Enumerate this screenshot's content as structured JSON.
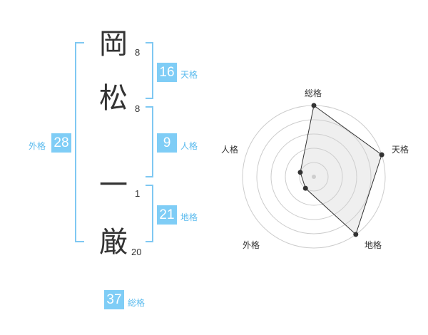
{
  "name_chars": [
    {
      "char": "岡",
      "strokes": "8"
    },
    {
      "char": "松",
      "strokes": "8"
    },
    {
      "char": "一",
      "strokes": "1"
    },
    {
      "char": "厳",
      "strokes": "20"
    }
  ],
  "scores": {
    "tenkaku": {
      "value": "16",
      "label": "天格"
    },
    "jinkaku": {
      "value": "9",
      "label": "人格"
    },
    "chikaku": {
      "value": "21",
      "label": "地格"
    },
    "gaikaku": {
      "value": "28",
      "label": "外格"
    },
    "soukaku": {
      "value": "37",
      "label": "総格"
    }
  },
  "colors": {
    "accent": "#7fcdf6",
    "bracket": "#7fc8f2",
    "label": "#5bbbee"
  },
  "chart_data": {
    "type": "radar",
    "axes": [
      "総格",
      "天格",
      "地格",
      "外格",
      "人格"
    ],
    "max": 5,
    "values": [
      5,
      5,
      5,
      1,
      1
    ]
  }
}
